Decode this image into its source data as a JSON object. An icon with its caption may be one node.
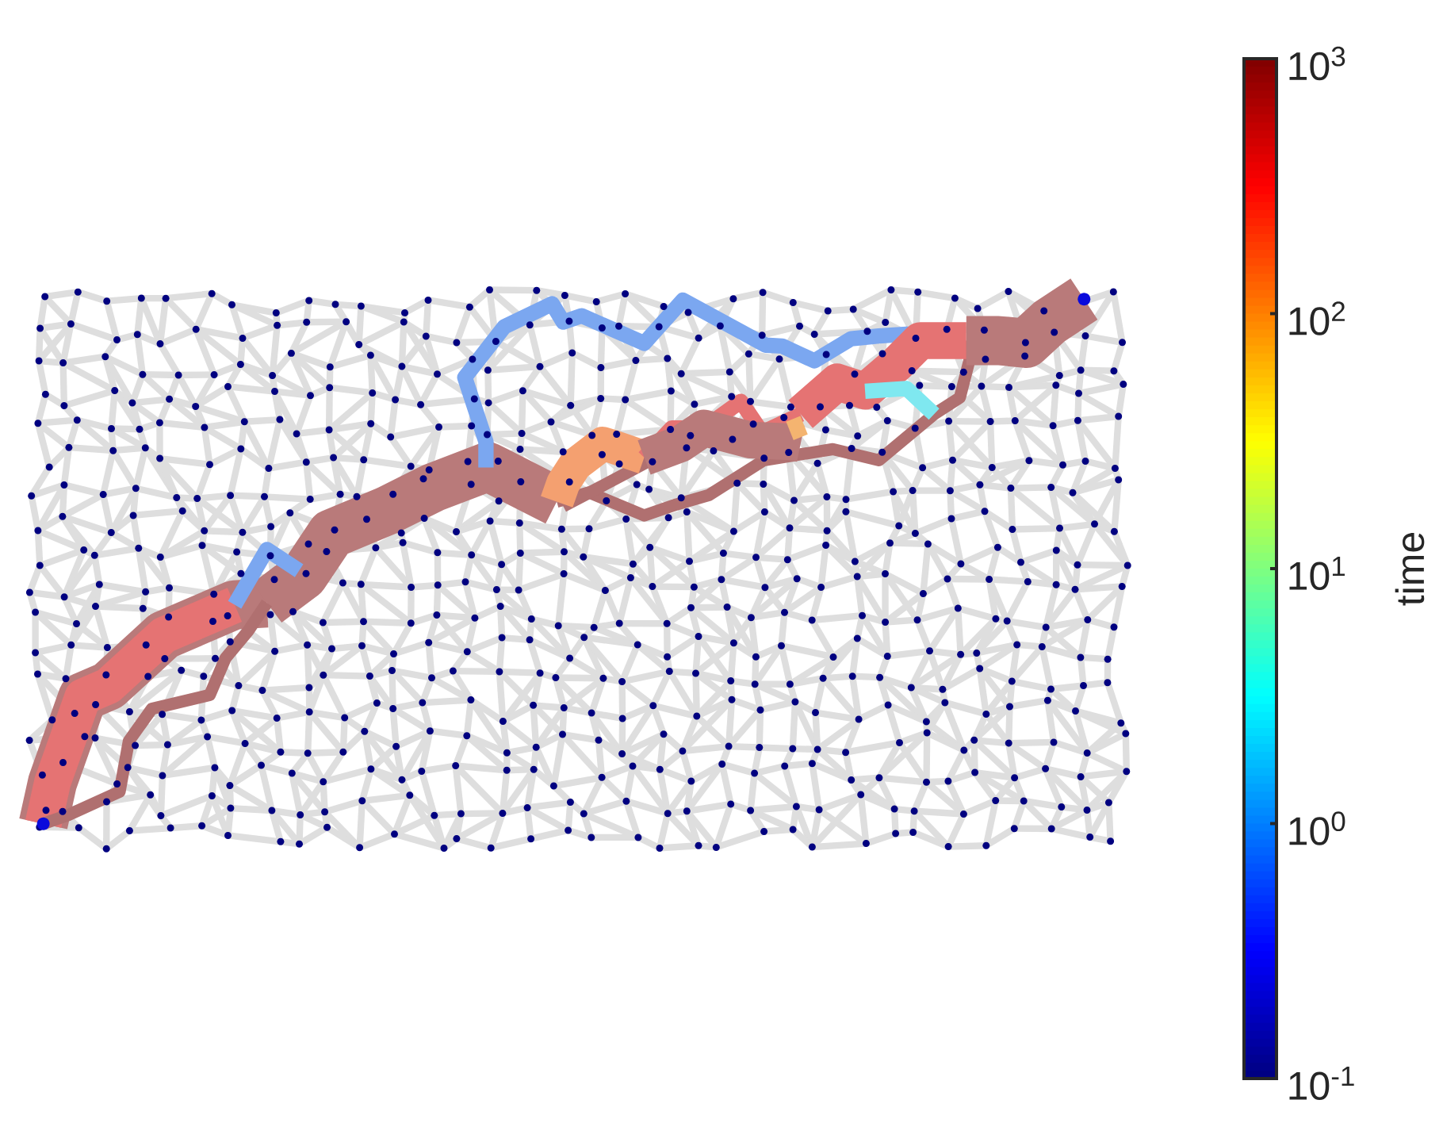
{
  "diagram": {
    "labels": [
      "10$^{3}$",
      "10$^{2}$",
      "10$^{1}$",
      "10$^{0}$",
      "10$^{-1}$",
      "time"
    ]
  }
}
